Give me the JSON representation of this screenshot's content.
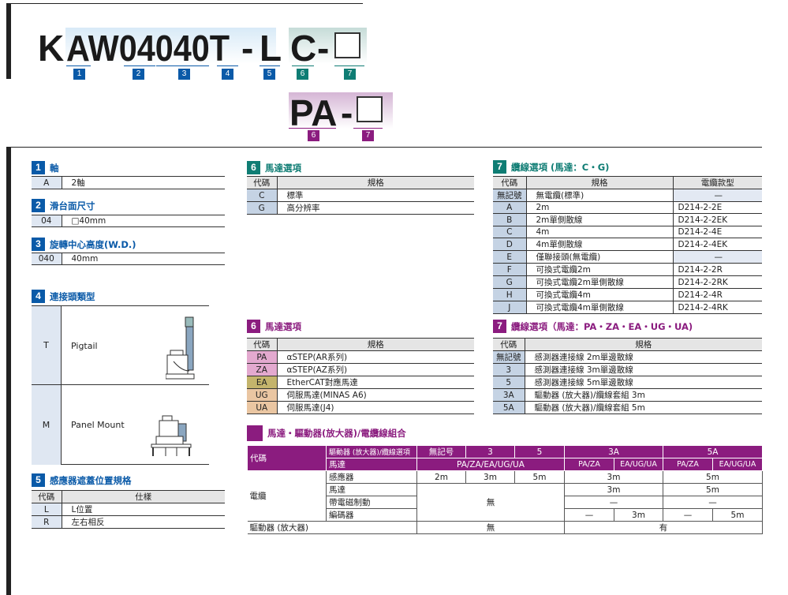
{
  "part_number": {
    "k": "K",
    "main": "AW04040T",
    "dash1": "-",
    "l": "L",
    "c": "C",
    "dash2": "-",
    "pa": "PA",
    "dash3": "-",
    "box": "□",
    "badges": [
      "1",
      "2",
      "3",
      "4",
      "5",
      "6",
      "7"
    ],
    "pa_badges": [
      "6",
      "7"
    ]
  },
  "colors": {
    "blue": "#0a5aa8",
    "teal": "#0f7d74",
    "purple": "#8b1c7f"
  },
  "s1": {
    "num": "1",
    "title": "軸",
    "rows": [
      [
        "A",
        "2軸"
      ]
    ]
  },
  "s2": {
    "num": "2",
    "title": "滑台面尺寸",
    "rows": [
      [
        "04",
        "□40mm"
      ]
    ]
  },
  "s3": {
    "num": "3",
    "title": "旋轉中心高度(W.D.)",
    "rows": [
      [
        "040",
        "40mm"
      ]
    ]
  },
  "s4": {
    "num": "4",
    "title": "連接頭類型",
    "rows": [
      [
        "T",
        "Pigtail"
      ],
      [
        "M",
        "Panel Mount"
      ]
    ]
  },
  "s5": {
    "num": "5",
    "title": "感應器遮蓋位置規格",
    "headers": [
      "代碼",
      "仕樣"
    ],
    "rows": [
      [
        "L",
        "L位置"
      ],
      [
        "R",
        "左右相反"
      ]
    ]
  },
  "s6a": {
    "num": "6",
    "title": "馬達選項",
    "headers": [
      "代碼",
      "規格"
    ],
    "rows": [
      [
        "C",
        "標準"
      ],
      [
        "G",
        "高分辨率"
      ]
    ]
  },
  "s6b": {
    "num": "6",
    "title": "馬達選項",
    "headers": [
      "代碼",
      "規格"
    ],
    "rows": [
      [
        "PA",
        "αSTEP(AR系列)"
      ],
      [
        "ZA",
        "αSTEP(AZ系列)"
      ],
      [
        "EA",
        "EtherCAT對應馬達"
      ],
      [
        "UG",
        "伺服馬達(MINAS A6)"
      ],
      [
        "UA",
        "伺服馬達(J4)"
      ]
    ]
  },
  "s7a": {
    "num": "7",
    "title": "纜線選項 (馬達：C・G)",
    "headers": [
      "代碼",
      "規格",
      "電纜款型"
    ],
    "rows": [
      [
        "無記號",
        "無電纜(標準)",
        "—"
      ],
      [
        "A",
        "2m",
        "D214-2-2E"
      ],
      [
        "B",
        "2m單側散線",
        "D214-2-2EK"
      ],
      [
        "C",
        "4m",
        "D214-2-4E"
      ],
      [
        "D",
        "4m單側散線",
        "D214-2-4EK"
      ],
      [
        "E",
        "僅聯接頭(無電纜)",
        "—"
      ],
      [
        "F",
        "可換式電纜2m",
        "D214-2-2R"
      ],
      [
        "G",
        "可換式電纜2m單側散線",
        "D214-2-2RK"
      ],
      [
        "H",
        "可換式電纜4m",
        "D214-2-4R"
      ],
      [
        "J",
        "可換式電纜4m單側散線",
        "D214-2-4RK"
      ]
    ]
  },
  "s7b": {
    "num": "7",
    "title": "纜線選項（馬達：PA・ZA・EA・UG・UA)",
    "headers": [
      "代碼",
      "規格"
    ],
    "rows": [
      [
        "無記號",
        "感測器連接線 2m單邊散線"
      ],
      [
        "3",
        "感測器連接線 3m單邊散線"
      ],
      [
        "5",
        "感測器連接線 5m單邊散線"
      ],
      [
        "3A",
        "驅動器 (放大器)/纜線套組 3m"
      ],
      [
        "5A",
        "驅動器 (放大器)/纜線套組 5m"
      ]
    ]
  },
  "combo": {
    "title": "馬達・驅動器(放大器)/電纜線組合",
    "code": "代碼",
    "opt_label": "驅動器 (放大器)/纜線選項",
    "motor_label": "馬達",
    "opts": [
      "無記号",
      "3",
      "5",
      "3A",
      "5A"
    ],
    "motors": [
      "PA/ZA/EA/UG/UA",
      "PA/ZA",
      "EA/UG/UA",
      "PA/ZA",
      "EA/UG/UA"
    ],
    "cable": "電纜",
    "sensor": "感應器",
    "motor": "馬達",
    "brake": "帶電磁制動",
    "encoder": "編碼器",
    "driver": "驅動器 (放大器)",
    "sensor_vals": [
      "2m",
      "3m",
      "5m",
      "3m",
      "5m"
    ],
    "none": "無",
    "motor_vals": [
      "3m",
      "5m"
    ],
    "brake_vals": [
      "—",
      "—"
    ],
    "encoder_vals": [
      "—",
      "3m",
      "—",
      "5m"
    ],
    "driver_none": "無",
    "driver_yes": "有"
  }
}
